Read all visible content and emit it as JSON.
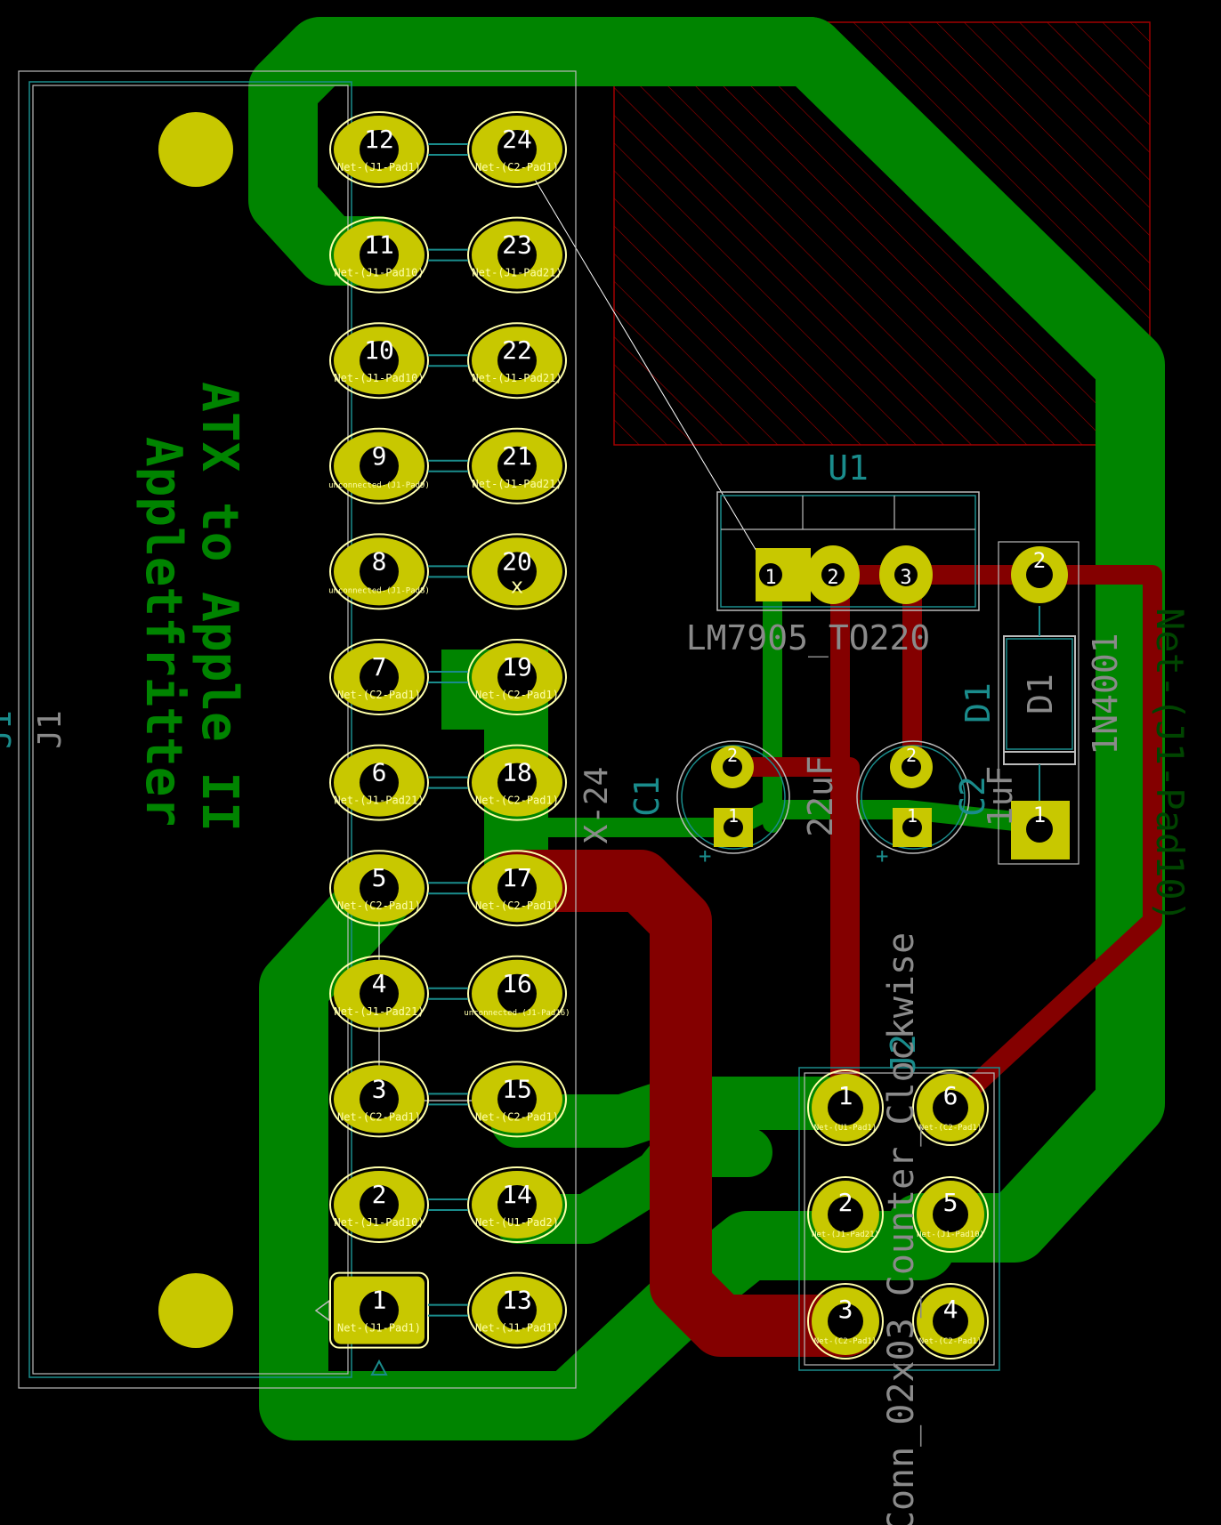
{
  "silk": {
    "title_line1": "Appletfritter",
    "title_line2": "ATX to Apple II",
    "j1_ref": "J1",
    "j1_value": "J1",
    "j1_footprint": "X-24"
  },
  "j1_left": [
    {
      "num": "12",
      "net": "Net-(J1-Pad1)"
    },
    {
      "num": "11",
      "net": "Net-(J1-Pad10)"
    },
    {
      "num": "10",
      "net": "Net-(J1-Pad10)"
    },
    {
      "num": "9",
      "net": "unconnected-(J1-Pad9)"
    },
    {
      "num": "8",
      "net": "unconnected-(J1-Pad8)"
    },
    {
      "num": "7",
      "net": "Net-(C2-Pad1)"
    },
    {
      "num": "6",
      "net": "Net-(J1-Pad21)"
    },
    {
      "num": "5",
      "net": "Net-(C2-Pad1)"
    },
    {
      "num": "4",
      "net": "Net-(J1-Pad21)"
    },
    {
      "num": "3",
      "net": "Net-(C2-Pad1)"
    },
    {
      "num": "2",
      "net": "Net-(J1-Pad10)"
    },
    {
      "num": "1",
      "net": "Net-(J1-Pad1)"
    }
  ],
  "j1_right": [
    {
      "num": "24",
      "net": "Net-(C2-Pad1)"
    },
    {
      "num": "23",
      "net": "Net-(J1-Pad21)"
    },
    {
      "num": "22",
      "net": "Net-(J1-Pad21)"
    },
    {
      "num": "21",
      "net": "Net-(J1-Pad21)"
    },
    {
      "num": "20",
      "net": "x"
    },
    {
      "num": "19",
      "net": "Net-(C2-Pad1)"
    },
    {
      "num": "18",
      "net": "Net-(C2-Pad1)"
    },
    {
      "num": "17",
      "net": "Net-(C2-Pad1)"
    },
    {
      "num": "16",
      "net": "unconnected-(J1-Pad16)"
    },
    {
      "num": "15",
      "net": "Net-(C2-Pad1)"
    },
    {
      "num": "14",
      "net": "Net-(U1-Pad2)"
    },
    {
      "num": "13",
      "net": "Net-(J1-Pad1)"
    }
  ],
  "u1": {
    "ref": "U1",
    "value": "LM7905_TO220",
    "pins": [
      {
        "num": "1",
        "net": "Net-(J1-Pad1)"
      },
      {
        "num": "2",
        "net": "Net-(U1-Pad2)"
      },
      {
        "num": "3",
        "net": "Net-(C2-Pad1)"
      }
    ]
  },
  "d1": {
    "ref": "D1",
    "body": "D1",
    "value": "1N4001",
    "pins": [
      {
        "num": "2",
        "net": "Net-(C2-Pad1)"
      },
      {
        "num": "1",
        "net": "Net-(C2-Pad1)"
      }
    ]
  },
  "c1": {
    "ref": "C1",
    "value": "22uF",
    "pins": [
      {
        "num": "2"
      },
      {
        "num": "1"
      }
    ]
  },
  "c2": {
    "ref": "C2",
    "value": "1uF",
    "pins": [
      {
        "num": "2"
      },
      {
        "num": "1"
      }
    ]
  },
  "j2": {
    "ref": "J2",
    "value": "Conn_02x03_Counter_Clockwise",
    "net_label": "Net-(J1-Pad10)",
    "pins": [
      {
        "num": "1",
        "net": "Net-(U1-Pad1)"
      },
      {
        "num": "6",
        "net": "Net-(C2-Pad1)"
      },
      {
        "num": "2",
        "net": "Net-(J1-Pad21)"
      },
      {
        "num": "5",
        "net": "Net-(J1-Pad10)"
      },
      {
        "num": "3",
        "net": "Net-(C2-Pad1)"
      },
      {
        "num": "4",
        "net": "Net-(C2-Pad1)"
      }
    ]
  },
  "colors": {
    "background": "#000000",
    "front_copper": "#840000",
    "back_copper": "#008400",
    "pad": "#c8c800",
    "silkscreen": "#cccccc",
    "fab": "#1a8c8c",
    "keepout": "#840000"
  }
}
